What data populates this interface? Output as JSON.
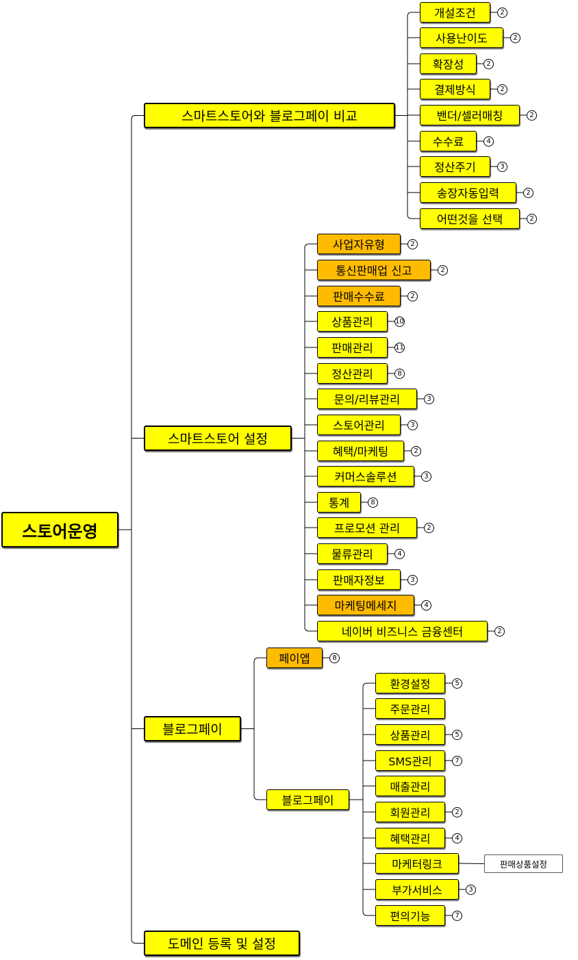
{
  "root": {
    "label": "스토어운영",
    "children": [
      {
        "label": "스마트스토어와 블로그페이 비교",
        "children": [
          {
            "label": "개설조건",
            "count": "2"
          },
          {
            "label": "사용난이도",
            "count": "2"
          },
          {
            "label": "확장성",
            "count": "2"
          },
          {
            "label": "결제방식",
            "count": "2"
          },
          {
            "label": "밴더/셀러매칭",
            "count": "2"
          },
          {
            "label": "수수료",
            "count": "4"
          },
          {
            "label": "정산주기",
            "count": "3"
          },
          {
            "label": "송장자동입력",
            "count": "2"
          },
          {
            "label": "어떤것을 선택",
            "count": "2"
          }
        ]
      },
      {
        "label": "스마트스토어 설정",
        "children": [
          {
            "label": "사업자유형",
            "count": "2",
            "color": "orange"
          },
          {
            "label": "통신판매업 신고",
            "count": "2",
            "color": "orange"
          },
          {
            "label": "판매수수료",
            "count": "2",
            "color": "orange"
          },
          {
            "label": "상품관리",
            "count": "10"
          },
          {
            "label": "판매관리",
            "count": "11"
          },
          {
            "label": "정산관리",
            "count": "8"
          },
          {
            "label": "문의/리뷰관리",
            "count": "3"
          },
          {
            "label": "스토어관리",
            "count": "3"
          },
          {
            "label": "혜택/마케팅",
            "count": "2"
          },
          {
            "label": "커머스솔루션",
            "count": "3"
          },
          {
            "label": "통계",
            "count": "8"
          },
          {
            "label": "프로모션 관리",
            "count": "2"
          },
          {
            "label": "물류관리",
            "count": "4"
          },
          {
            "label": "판매자정보",
            "count": "3"
          },
          {
            "label": "마케팅메세지",
            "count": "4",
            "color": "orange"
          },
          {
            "label": "네이버 비즈니스 금융센터",
            "count": "2"
          }
        ]
      },
      {
        "label": "블로그페이",
        "children": [
          {
            "label": "페이앱",
            "count": "8",
            "color": "orange"
          },
          {
            "label": "블로그페이",
            "children": [
              {
                "label": "환경설정",
                "count": "5"
              },
              {
                "label": "주문관리"
              },
              {
                "label": "상품관리",
                "count": "5"
              },
              {
                "label": "SMS관리",
                "count": "7"
              },
              {
                "label": "매출관리"
              },
              {
                "label": "회원관리",
                "count": "2"
              },
              {
                "label": "혜택관리",
                "count": "4"
              },
              {
                "label": "마케터링크",
                "children": [
                  {
                    "label": "판매상품설정"
                  }
                ]
              },
              {
                "label": "부가서비스",
                "count": "3"
              },
              {
                "label": "편의기능",
                "count": "7"
              }
            ]
          }
        ]
      },
      {
        "label": "도메인 등록 및 설정"
      }
    ]
  },
  "colors": {
    "node": "#ffff00",
    "highlight": "#ffbb00",
    "line": "#000000",
    "leaf_note": "#ffffff"
  }
}
